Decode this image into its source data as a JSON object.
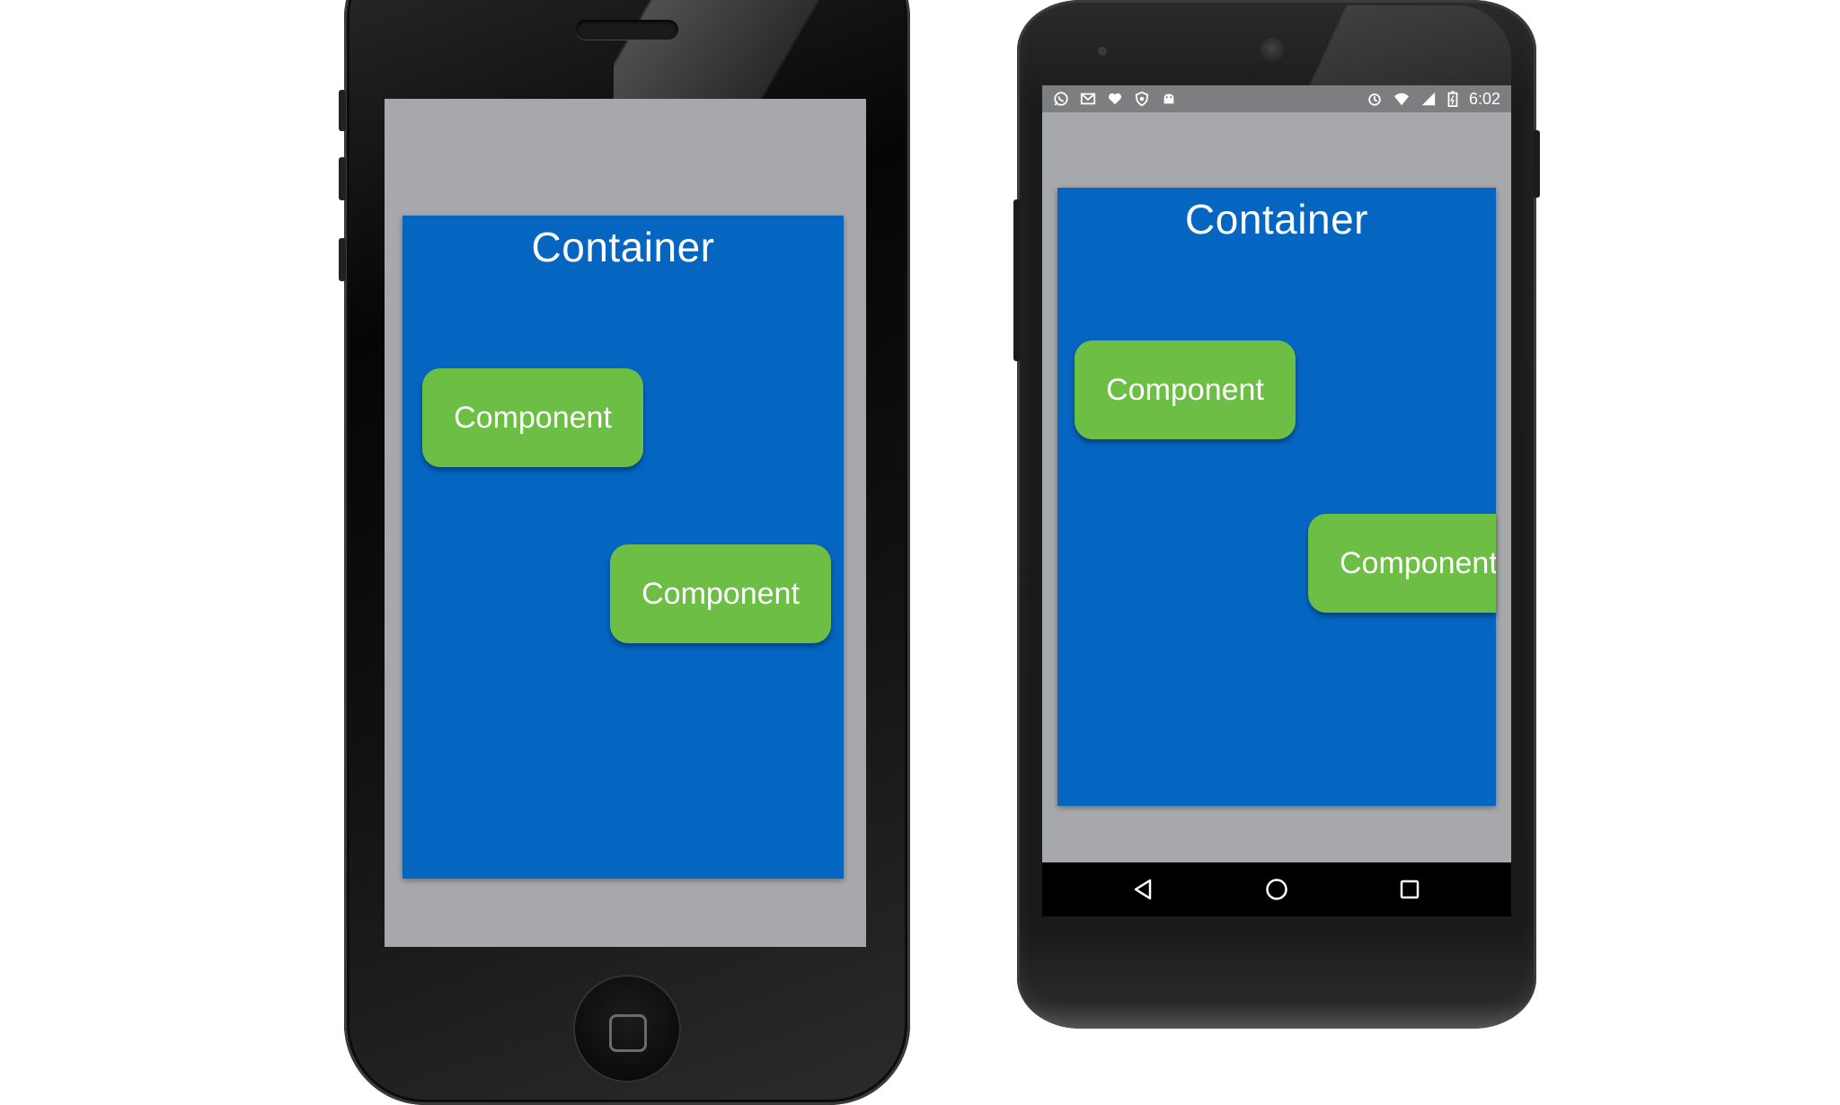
{
  "ios_screen": {
    "container_title": "Container",
    "component_1_label": "Component",
    "component_2_label": "Component"
  },
  "android_screen": {
    "status_bar": {
      "time": "6:02",
      "left_icons": [
        "whatsapp-icon",
        "gmail-icon",
        "heart-icon",
        "shield-icon",
        "android-icon"
      ],
      "right_icons": [
        "alarm-icon",
        "wifi-icon",
        "signal-icon",
        "battery-icon"
      ]
    },
    "container_title": "Container",
    "component_1_label": "Component",
    "component_2_label": "Component",
    "nav_bar": [
      "back-icon",
      "home-icon",
      "recents-icon"
    ]
  },
  "colors": {
    "container_blue": "#0566c2",
    "component_green": "#6dbe45",
    "screen_gray": "#a6a8ab"
  }
}
